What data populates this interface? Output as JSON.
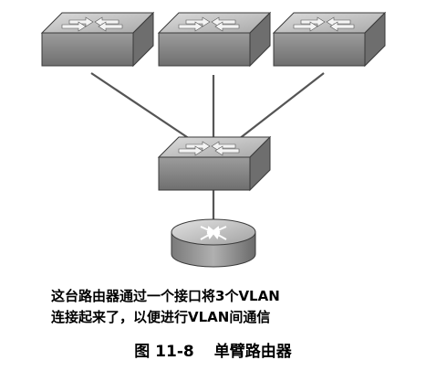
{
  "description_lines": [
    "这台路由器通过一个接口将3个VLAN",
    "连接起来了，以便进行VLAN间通信"
  ],
  "figure": {
    "number": "图 11-8",
    "title": "单臂路由器"
  },
  "colors": {
    "device_top": "#c6c6c6",
    "device_front": "#8f8f8f",
    "device_side": "#6e6e6e",
    "outline": "#3a3a3a",
    "link": "#555555"
  },
  "icons": [
    "switch-icon",
    "switch-icon",
    "switch-icon",
    "switch-icon",
    "router-icon"
  ]
}
